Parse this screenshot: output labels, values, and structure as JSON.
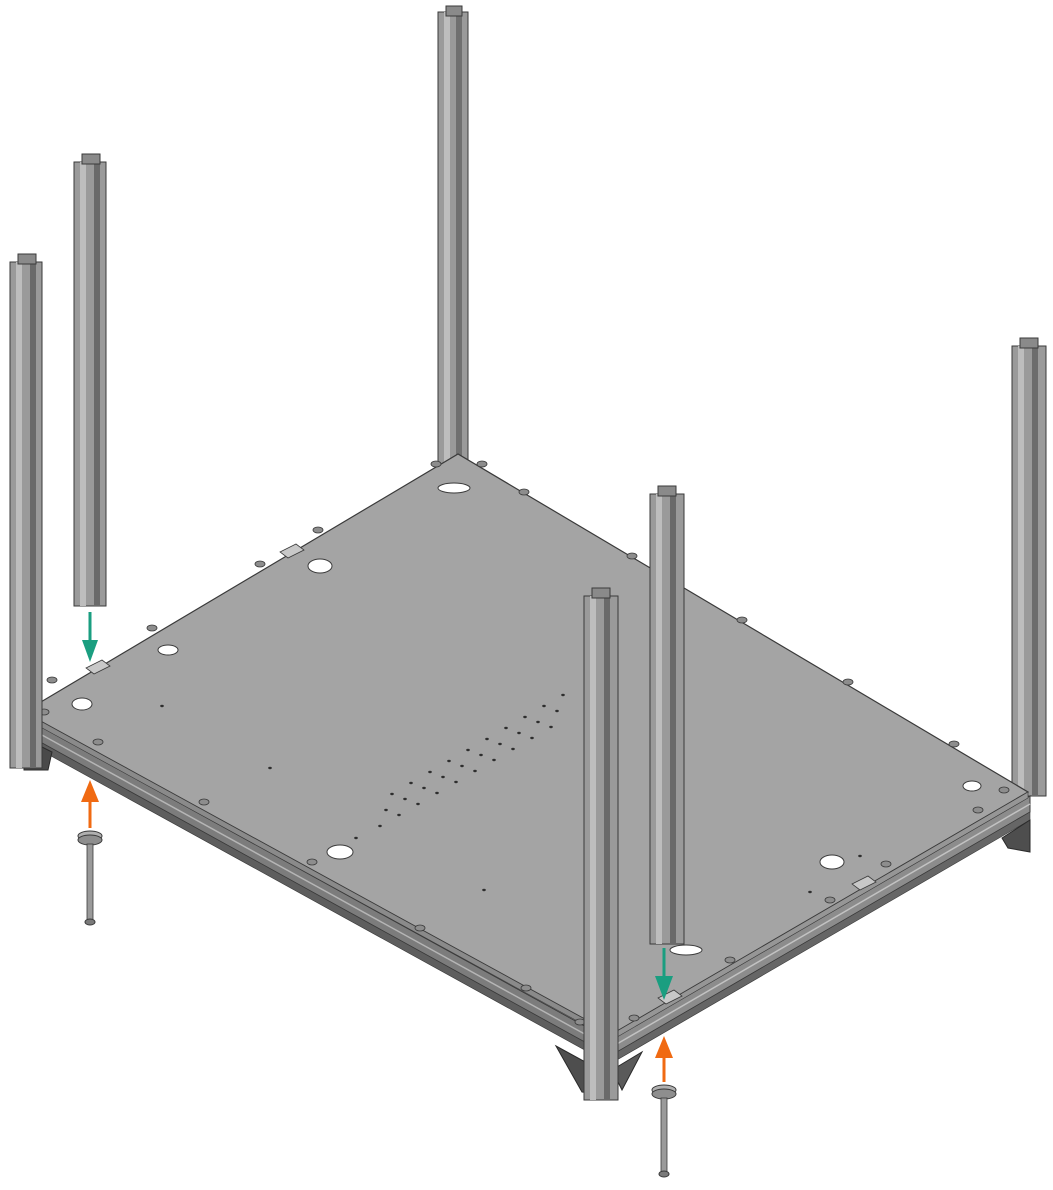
{
  "colors": {
    "background": "#ffffff",
    "plate_top": "#a4a4a4",
    "plate_edge": "#7c7c7c",
    "plate_edge_dark": "#5e5e5e",
    "extrusion_light": "#b9b9b9",
    "extrusion_mid": "#8e8e8e",
    "extrusion_dark": "#5a5a5a",
    "outline": "#3a3a3a",
    "hole": "#ffffff",
    "insert_arrow": "#1a9e80",
    "screw_arrow": "#f06a12",
    "screw": "#9a9a9a"
  },
  "arrows": [
    {
      "kind": "insert",
      "direction": "down",
      "part": "extrusion-left-front"
    },
    {
      "kind": "insert",
      "direction": "down",
      "part": "extrusion-right-front"
    },
    {
      "kind": "screw",
      "direction": "up",
      "part": "foot-screw-left"
    },
    {
      "kind": "screw",
      "direction": "up",
      "part": "foot-screw-right"
    }
  ],
  "parts": {
    "extrusions": [
      "extrusion-far-left",
      "extrusion-left-front",
      "extrusion-back",
      "extrusion-right",
      "extrusion-front-right",
      "extrusion-right-front"
    ],
    "screws": [
      "foot-screw-left",
      "foot-screw-right"
    ]
  }
}
